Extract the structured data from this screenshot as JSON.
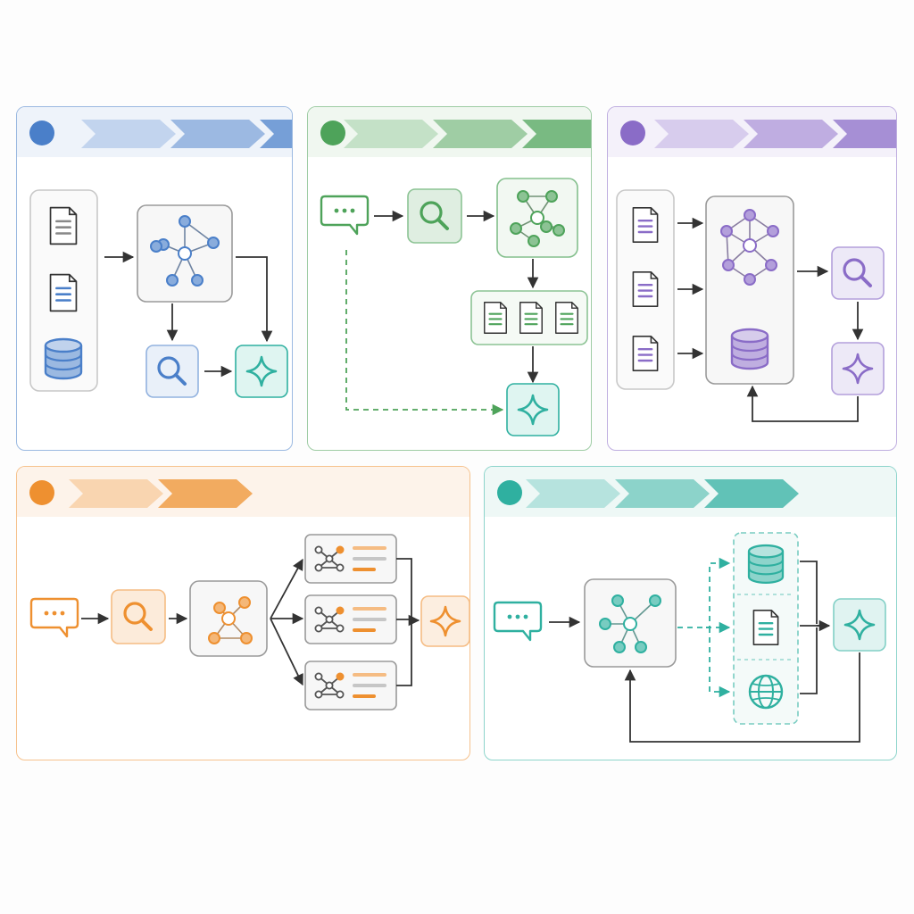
{
  "panels": [
    {
      "id": "p1",
      "accent": "#4a7fc9",
      "accent_light": "#dfe8f6",
      "header_bg": "#eef3fa",
      "icons": [
        "document-icon",
        "document-icon",
        "database-icon",
        "knowledge-graph-icon",
        "search-icon",
        "sparkle-icon"
      ]
    },
    {
      "id": "p2",
      "accent": "#4ea35a",
      "accent_light": "#e1f0e2",
      "header_bg": "#f0f7f0",
      "icons": [
        "chat-bubble-icon",
        "search-icon",
        "knowledge-graph-icon",
        "document-icon",
        "document-icon",
        "document-icon",
        "sparkle-icon"
      ]
    },
    {
      "id": "p3",
      "accent": "#8a6cc7",
      "accent_light": "#e9e2f6",
      "header_bg": "#f4f1fa",
      "icons": [
        "document-icon",
        "document-icon",
        "document-icon",
        "knowledge-graph-icon",
        "database-icon",
        "search-icon",
        "sparkle-icon"
      ]
    },
    {
      "id": "p4",
      "accent": "#ee9030",
      "accent_light": "#fbe4cd",
      "header_bg": "#fdf3ea",
      "icons": [
        "chat-bubble-icon",
        "search-icon",
        "knowledge-graph-icon",
        "subgraph-icon",
        "subgraph-icon",
        "subgraph-icon",
        "sparkle-icon"
      ]
    },
    {
      "id": "p5",
      "accent": "#2fb0a0",
      "accent_light": "#d6efec",
      "header_bg": "#eef8f6",
      "icons": [
        "chat-bubble-icon",
        "knowledge-graph-icon",
        "database-icon",
        "document-icon",
        "globe-icon",
        "sparkle-icon"
      ]
    }
  ],
  "colors": {
    "arrow": "#333333",
    "node_border": "#9a9a9a",
    "node_bg": "#f7f7f7"
  }
}
